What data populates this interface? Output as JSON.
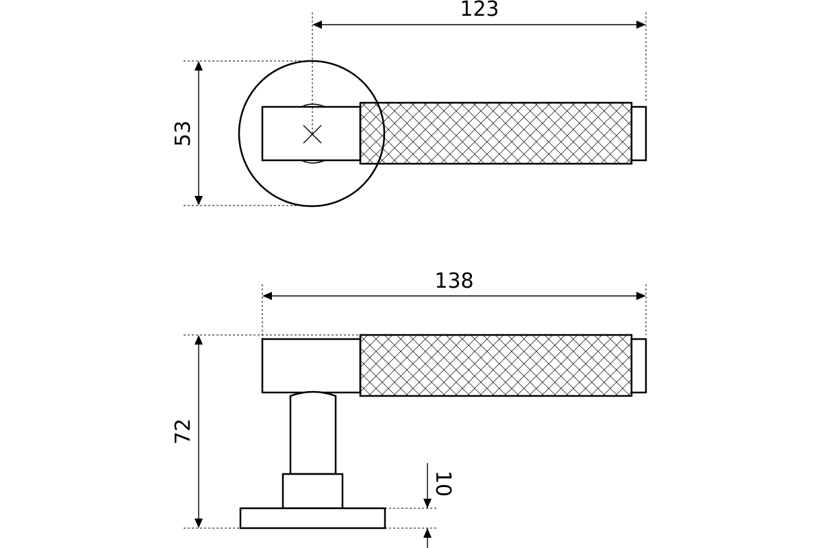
{
  "drawing": {
    "type": "technical-drawing",
    "subject": "lever door handle",
    "views": [
      {
        "name": "top",
        "dimensions": [
          {
            "id": "length",
            "value": "123"
          },
          {
            "id": "height",
            "value": "53"
          }
        ]
      },
      {
        "name": "side",
        "dimensions": [
          {
            "id": "length",
            "value": "138"
          },
          {
            "id": "height",
            "value": "72"
          },
          {
            "id": "rose-thickness",
            "value": "10"
          }
        ]
      }
    ],
    "grip_texture": "knurled-crosshatch"
  }
}
